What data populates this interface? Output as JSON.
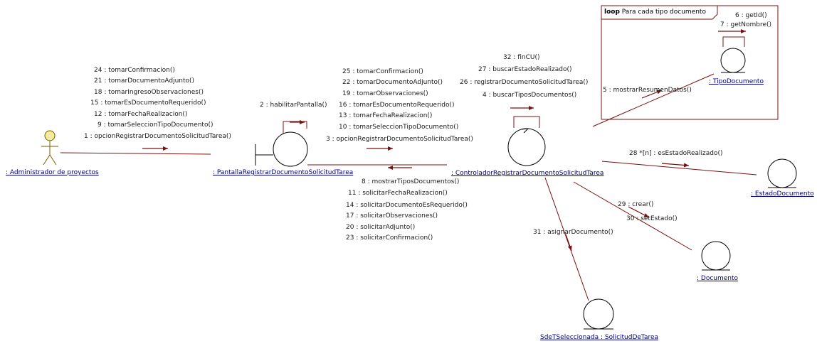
{
  "loop": {
    "keyword": "loop",
    "condition": "Para cada tipo documento"
  },
  "objects": {
    "actor": ": Administrador de proyectos",
    "pantalla": ": PantallaRegistrarDocumentoSolicitudTarea",
    "controlador": ": ControladorRegistrarDocumentoSolicitudTarea",
    "tipo_documento": ": TipoDocumento",
    "estado_documento": ": EstadoDocumento",
    "documento": ": Documento",
    "solicitud": "SdeTSeleccionada : SolicitudDeTarea"
  },
  "messages": {
    "actor_to_pantalla": [
      "24 : tomarConfirmacion()",
      "21 : tomarDocumentoAdjunto()",
      "18 : tomarIngresoObservaciones()",
      "15 : tomarEsDocumentoRequerido()",
      "12 : tomarFechaRealizacion()",
      "9 : tomarSeleccionTipoDocumento()",
      "1 : opcionRegistrarDocumentoSolicitudTarea()"
    ],
    "pantalla_self": "2 : habilitarPantalla()",
    "pantalla_to_controlador": [
      "25 : tomarConfirmacion()",
      "22 : tomarDocumentoAdjunto()",
      "19 : tomarObservaciones()",
      "16 : tomarEsDocumentoRequerido()",
      "13 : tomarFechaRealizacion()",
      "10 : tomarSeleccionTipoDocumento()",
      "3 : opcionRegistrarDocumentoSolicitudTarea()"
    ],
    "controlador_to_pantalla": [
      "8 : mostrarTiposDocumentos()",
      "11 : solicitarFechaRealizacion()",
      "14 : solicitarDocumentoEsRequerido()",
      "17 : solicitarObservaciones()",
      "20 : solicitarAdjunto()",
      "23 : solicitarConfirmacion()"
    ],
    "controlador_self": [
      "32 : finCU()",
      "27 : buscarEstadoRealizado()",
      "26 : registrarDocumentoSolicitudTarea()",
      "4 : buscarTiposDocumentos()"
    ],
    "controlador_to_tipo": "5 : mostrarResumenDatos()",
    "tipo_self": [
      "6 : getId()",
      "7 : getNombre()"
    ],
    "controlador_to_estado": "28 *[n] : esEstadoRealizado()",
    "controlador_to_documento": [
      "29 : crear()",
      "30 : setEstado()"
    ],
    "controlador_to_solicitud": "31 : asignarDocumento()"
  },
  "colors": {
    "link": "#7a1010",
    "object": "#000080",
    "lifeline": "#000000"
  }
}
